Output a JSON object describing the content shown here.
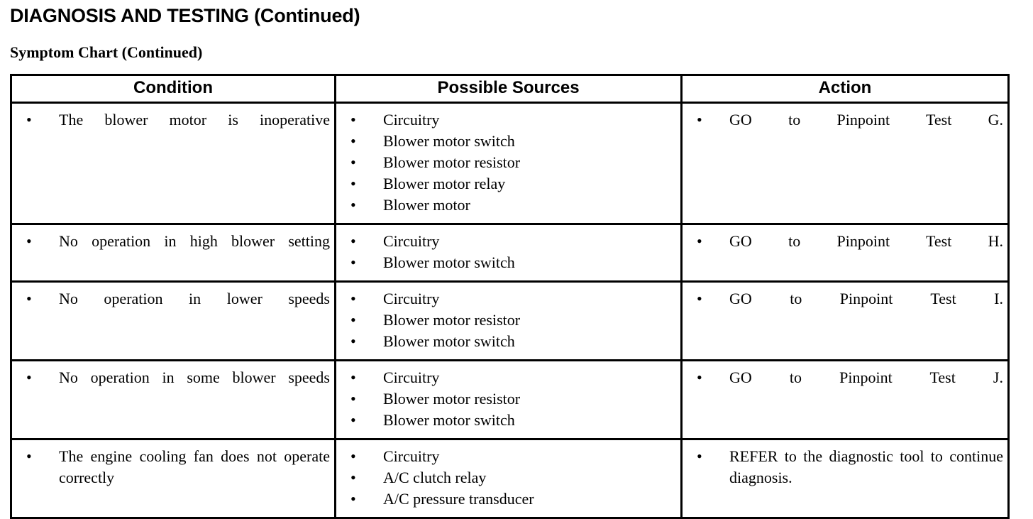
{
  "document": {
    "page_heading": "DIAGNOSIS AND TESTING (Continued)",
    "section_heading": "Symptom Chart (Continued)",
    "bullet_glyph": "•"
  },
  "table": {
    "headers": {
      "condition": "Condition",
      "possible_sources": "Possible Sources",
      "action": "Action"
    },
    "rows": [
      {
        "condition": [
          "The blower motor is inoperative"
        ],
        "possible_sources": [
          "Circuitry",
          "Blower motor switch",
          "Blower motor resistor",
          "Blower motor relay",
          "Blower motor"
        ],
        "action": [
          "GO to Pinpoint Test G."
        ]
      },
      {
        "condition": [
          "No operation in high blower setting"
        ],
        "possible_sources": [
          "Circuitry",
          "Blower motor switch"
        ],
        "action": [
          "GO to Pinpoint Test H."
        ]
      },
      {
        "condition": [
          "No operation in lower speeds"
        ],
        "possible_sources": [
          "Circuitry",
          "Blower motor resistor",
          "Blower motor switch"
        ],
        "action": [
          "GO to Pinpoint Test I."
        ]
      },
      {
        "condition": [
          "No operation in some blower speeds"
        ],
        "possible_sources": [
          "Circuitry",
          "Blower motor resistor",
          "Blower motor switch"
        ],
        "action": [
          "GO to Pinpoint Test J."
        ]
      },
      {
        "condition": [
          "The engine cooling fan does not operate correctly"
        ],
        "possible_sources": [
          "Circuitry",
          "A/C clutch relay",
          "A/C pressure transducer"
        ],
        "action": [
          "REFER to the diagnostic tool to continue diagnosis."
        ]
      }
    ]
  }
}
